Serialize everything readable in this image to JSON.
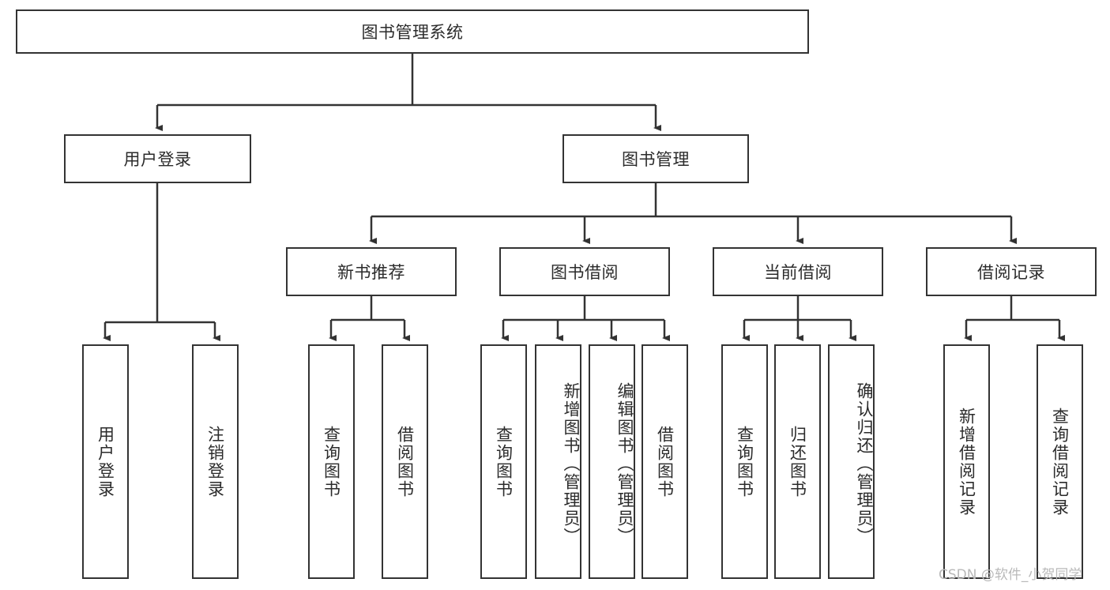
{
  "diagram": {
    "title": "图书管理系统",
    "watermark": "CSDN @软件_小贺同学",
    "line_color": "#333333",
    "box_fill": "#ffffff",
    "text_color": "#2b2b2b",
    "root": {
      "label": "图书管理系统"
    },
    "level1": [
      {
        "label": "用户登录"
      },
      {
        "label": "图书管理"
      }
    ],
    "level2": [
      {
        "label": "新书推荐"
      },
      {
        "label": "图书借阅"
      },
      {
        "label": "当前借阅"
      },
      {
        "label": "借阅记录"
      }
    ],
    "leaves": {
      "user_login": [
        {
          "label": "用户登录"
        },
        {
          "label": "注销登录"
        }
      ],
      "new_book_recommend": [
        {
          "label": "查询图书"
        },
        {
          "label": "借阅图书"
        }
      ],
      "book_borrow": [
        {
          "label": "查询图书"
        },
        {
          "label": "新增图书（管理员）"
        },
        {
          "label": "编辑图书（管理员）"
        },
        {
          "label": "借阅图书"
        }
      ],
      "current_borrow": [
        {
          "label": "查询图书"
        },
        {
          "label": "归还图书"
        },
        {
          "label": "确认归还（管理员）"
        }
      ],
      "borrow_record": [
        {
          "label": "新增借阅记录"
        },
        {
          "label": "查询借阅记录"
        }
      ]
    }
  }
}
